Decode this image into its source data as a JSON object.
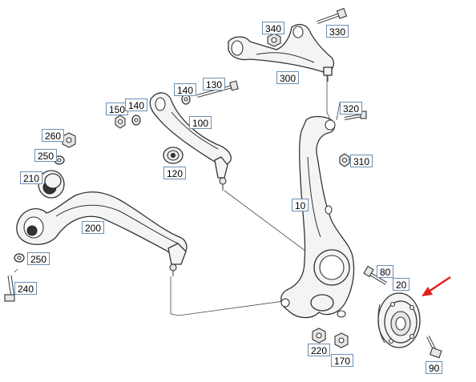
{
  "diagram": {
    "callouts": [
      {
        "id": "c340",
        "text": "340"
      },
      {
        "id": "c330",
        "text": "330"
      },
      {
        "id": "c300",
        "text": "300"
      },
      {
        "id": "c140a",
        "text": "140"
      },
      {
        "id": "c130",
        "text": "130"
      },
      {
        "id": "c150",
        "text": "150"
      },
      {
        "id": "c140b",
        "text": "140"
      },
      {
        "id": "c100",
        "text": "100"
      },
      {
        "id": "c320",
        "text": "320"
      },
      {
        "id": "c260",
        "text": "260"
      },
      {
        "id": "c250a",
        "text": "250"
      },
      {
        "id": "c210",
        "text": "210"
      },
      {
        "id": "c120",
        "text": "120"
      },
      {
        "id": "c310",
        "text": "310"
      },
      {
        "id": "c10",
        "text": "10"
      },
      {
        "id": "c200",
        "text": "200"
      },
      {
        "id": "c250b",
        "text": "250"
      },
      {
        "id": "c80",
        "text": "80"
      },
      {
        "id": "c20",
        "text": "20"
      },
      {
        "id": "c240",
        "text": "240"
      },
      {
        "id": "c220",
        "text": "220"
      },
      {
        "id": "c170",
        "text": "170"
      },
      {
        "id": "c90",
        "text": "90"
      }
    ],
    "highlight_color": "#e02020",
    "callout_border_color": "#6a8fb3"
  }
}
